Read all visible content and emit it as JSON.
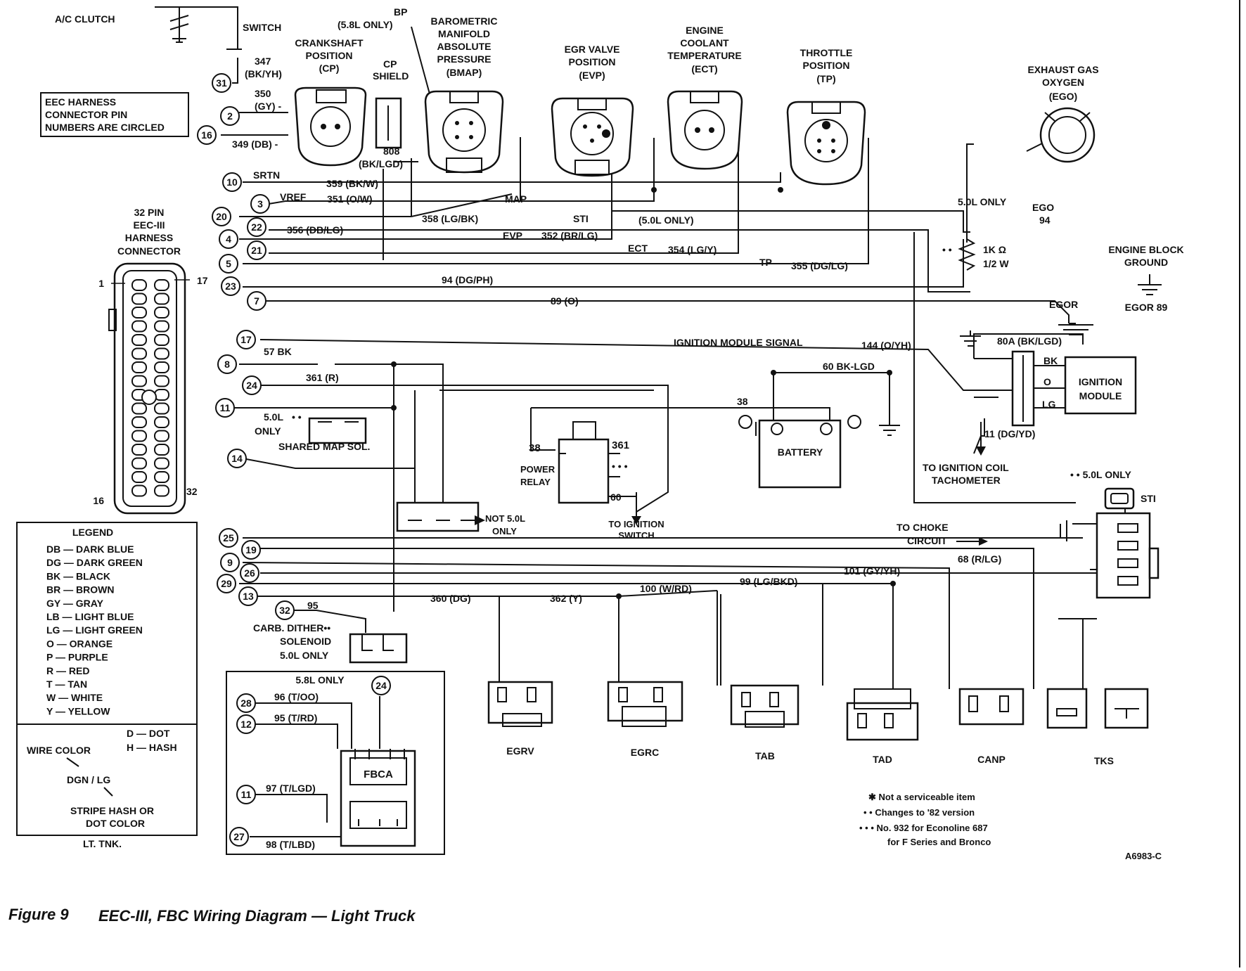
{
  "caption": {
    "figure": "Figure 9",
    "title": "EEC-III, FBC Wiring Diagram — Light Truck"
  },
  "header_labels": {
    "ac_clutch": "A/C CLUTCH",
    "switch": "SWITCH",
    "wire_347": "347",
    "wire_347_color": "(BK/YH)",
    "harness_note": [
      "EEC HARNESS",
      "CONNECTOR PIN",
      "NUMBERS ARE CIRCLED"
    ],
    "cp_shield": [
      "CP",
      "SHIELD"
    ],
    "bp": [
      "BP",
      "(5.8L ONLY)"
    ],
    "wire_808": [
      "808",
      "(BK/LGD)"
    ],
    "wire_350": [
      "350",
      "(GY) -"
    ],
    "wire_349": "349 (DB) -"
  },
  "sensors": [
    {
      "label": [
        "CRANKSHAFT",
        "POSITION",
        "(CP)"
      ]
    },
    {
      "label": [
        "BAROMETRIC",
        "MANIFOLD",
        "ABSOLUTE",
        "PRESSURE",
        "(BMAP)"
      ]
    },
    {
      "label": [
        "EGR VALVE",
        "POSITION",
        "(EVP)"
      ]
    },
    {
      "label": [
        "ENGINE",
        "COOLANT",
        "TEMPERATURE",
        "(ECT)"
      ]
    },
    {
      "label": [
        "THROTTLE",
        "POSITION",
        "(TP)"
      ]
    },
    {
      "label": [
        "EXHAUST GAS",
        "OXYGEN",
        "(EGO)"
      ]
    }
  ],
  "connector": {
    "title": [
      "32 PIN",
      "EEC-III",
      "HARNESS",
      "CONNECTOR"
    ],
    "pin_1": "1",
    "pin_17": "17",
    "pin_16": "16",
    "pin_32": "32"
  },
  "pins": [
    "31",
    "2",
    "16",
    "10",
    "3",
    "20",
    "22",
    "4",
    "21",
    "5",
    "23",
    "7",
    "17",
    "8",
    "24",
    "11",
    "14",
    "25",
    "19",
    "9",
    "26",
    "29",
    "13",
    "32",
    "28",
    "12",
    "24",
    "11",
    "27"
  ],
  "wire_labels": {
    "srtn": "SRTN",
    "w359": "359 (BK/W)",
    "vref": "VREF",
    "w351": "351 (O/W)",
    "map": "MAP",
    "w358": "358 (LG/BK)",
    "sti": "STI",
    "five_only_paren": "(5.0L ONLY)",
    "w356": "356 (DB/LG)",
    "evp": "EVP",
    "w352": "352 (BR/LG)",
    "ect": "ECT",
    "w354": "354 (LG/Y)",
    "tp": "TP",
    "w355": "355 (DG/LG)",
    "w94": "94 (DG/PH)",
    "w89": "89 (O)",
    "ego_five": "5.0L ONLY",
    "ego": "EGO",
    "ego_94": "94",
    "resistor": [
      "1K Ω",
      "1/2 W"
    ],
    "egor": "EGOR",
    "ign_signal": "IGNITION MODULE SIGNAL",
    "w144": "144 (O/YH)",
    "w57": "57 BK",
    "w361": "361 (R)",
    "w60": "60 BK-LGD",
    "w38": "38",
    "w80a": "80A (BK/LGD)",
    "bk": "BK",
    "o": "O",
    "lg": "LG",
    "w11": "11 (DG/YD)",
    "w60_corner": "60",
    "w38_relay": "38",
    "w361_relay": "361"
  },
  "components": {
    "engine_ground": [
      "ENGINE BLOCK",
      "GROUND"
    ],
    "egor_ground": "EGOR 89",
    "ignition_module": [
      "IGNITION",
      "MODULE"
    ],
    "to_coil": [
      "TO IGNITION COIL",
      "TACHOMETER"
    ],
    "five_only_sti": "• • 5.0L ONLY",
    "sti_box": "STI",
    "battery": "BATTERY",
    "power_relay": [
      "POWER",
      "RELAY"
    ],
    "to_ign_switch": [
      "TO IGNITION",
      "SWITCH"
    ],
    "shared_map": "SHARED MAP SOL.",
    "five_only_map": [
      "5.0L",
      "ONLY"
    ],
    "not_5l": [
      "NOT 5.0L",
      "ONLY"
    ],
    "carb_ditherer": [
      "CARB. DITHER••",
      "SOLENOID",
      "5.0L ONLY"
    ],
    "w95_dither": "95",
    "to_choke": [
      "TO CHOKE",
      "CIRCUIT"
    ]
  },
  "lower_wires": {
    "w68": "68 (R/LG)",
    "w101": "101 (GY/YH)",
    "w99": "99 (LG/BKD)",
    "w100": "100 (W/RD)",
    "w360": "360 (DG)",
    "w362": "362 (Y)"
  },
  "actuators": [
    "EGRV",
    "EGRC",
    "TAB",
    "TAD",
    "CANP",
    "TKS"
  ],
  "fbca": {
    "title": "5.8L ONLY",
    "name": "FBCA",
    "w96": "96 (T/OO)",
    "w95": "95 (T/RD)",
    "w97": "97 (T/LGD)",
    "w98": "98 (T/LBD)"
  },
  "legend": {
    "title": "LEGEND",
    "items": [
      "DB — DARK BLUE",
      "DG — DARK GREEN",
      "BK — BLACK",
      "BR — BROWN",
      "GY — GRAY",
      "LB — LIGHT BLUE",
      "LG — LIGHT GREEN",
      "O — ORANGE",
      "P — PURPLE",
      "R — RED",
      "T — TAN",
      "W — WHITE",
      "Y — YELLOW"
    ],
    "dot": "D — DOT",
    "hash": "H — HASH",
    "wire_color": "WIRE COLOR",
    "example": "DGN / LG",
    "stripe": [
      "STRIPE  HASH  OR",
      "DOT COLOR"
    ],
    "footer": "LT. TNK."
  },
  "notes": [
    "✱  Not a serviceable item",
    "• •  Changes to '82 version",
    "• • •  No. 932 for Econoline 687",
    "for F Series and Bronco"
  ],
  "drawing_code": "A6983-C"
}
